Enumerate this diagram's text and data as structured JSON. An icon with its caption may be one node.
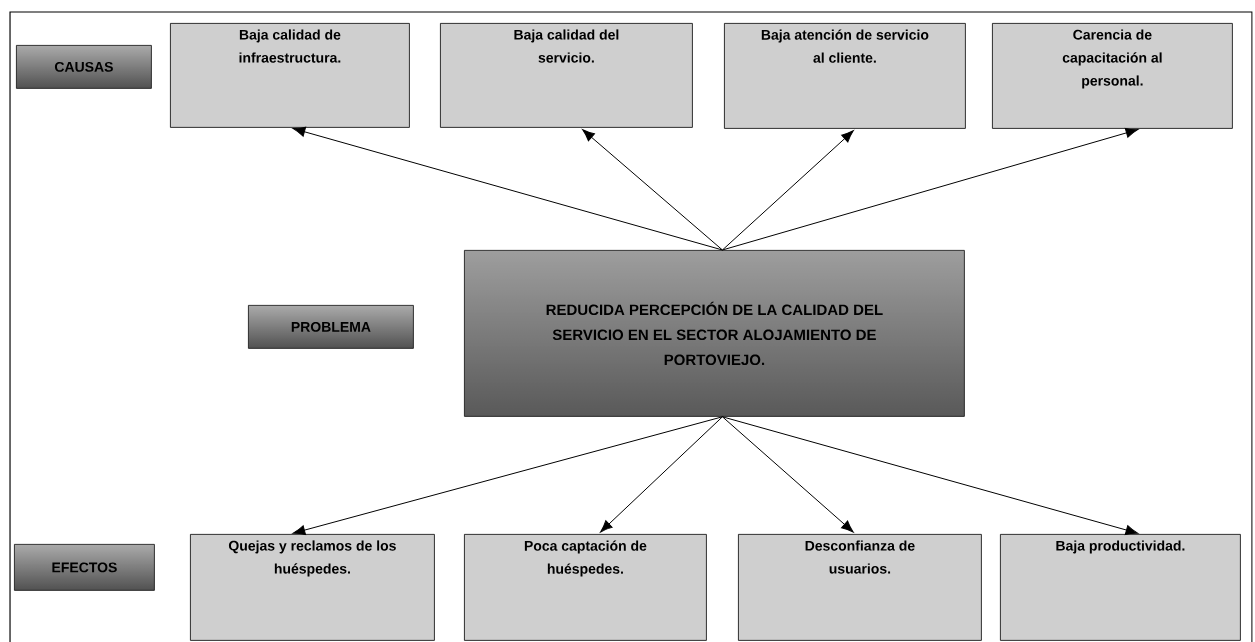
{
  "diagram": {
    "nodes": [
      {
        "text": [
          "CAUSAS"
        ]
      },
      {
        "text": [
          "Baja calidad de infraestructura."
        ]
      },
      {
        "text": [
          "Baja calidad del servicio."
        ]
      },
      {
        "text": [
          "Baja atención de servicio al cliente."
        ]
      },
      {
        "text": [
          "Carencia de capacitación al personal."
        ]
      },
      {
        "text": [
          "PROBLEMA"
        ]
      },
      {
        "text": [
          "REDUCIDA PERCEPCIÓN DE LA CALIDAD DEL SERVICIO EN EL SECTOR ALOJAMIENTO DE PORTOVIEJO."
        ]
      },
      {
        "text": [
          "EFECTOS"
        ]
      },
      {
        "text": [
          "Quejas y reclamos de los huéspedes."
        ]
      },
      {
        "text": [
          "Poca captación de huéspedes."
        ]
      },
      {
        "text": [
          "Desconfianza de usuarios."
        ]
      },
      {
        "text": [
          "Baja productividad."
        ]
      }
    ],
    "edges": [
      {
        "from": 6,
        "to": 1,
        "arrow": "to"
      },
      {
        "from": 6,
        "to": 2,
        "arrow": "to"
      },
      {
        "from": 6,
        "to": 3,
        "arrow": "to"
      },
      {
        "from": 6,
        "to": 4,
        "arrow": "to"
      },
      {
        "from": 6,
        "to": 8,
        "arrow": "to"
      },
      {
        "from": 6,
        "to": 9,
        "arrow": "to"
      },
      {
        "from": 6,
        "to": 10,
        "arrow": "to"
      },
      {
        "from": 6,
        "to": 11,
        "arrow": "to"
      }
    ]
  }
}
